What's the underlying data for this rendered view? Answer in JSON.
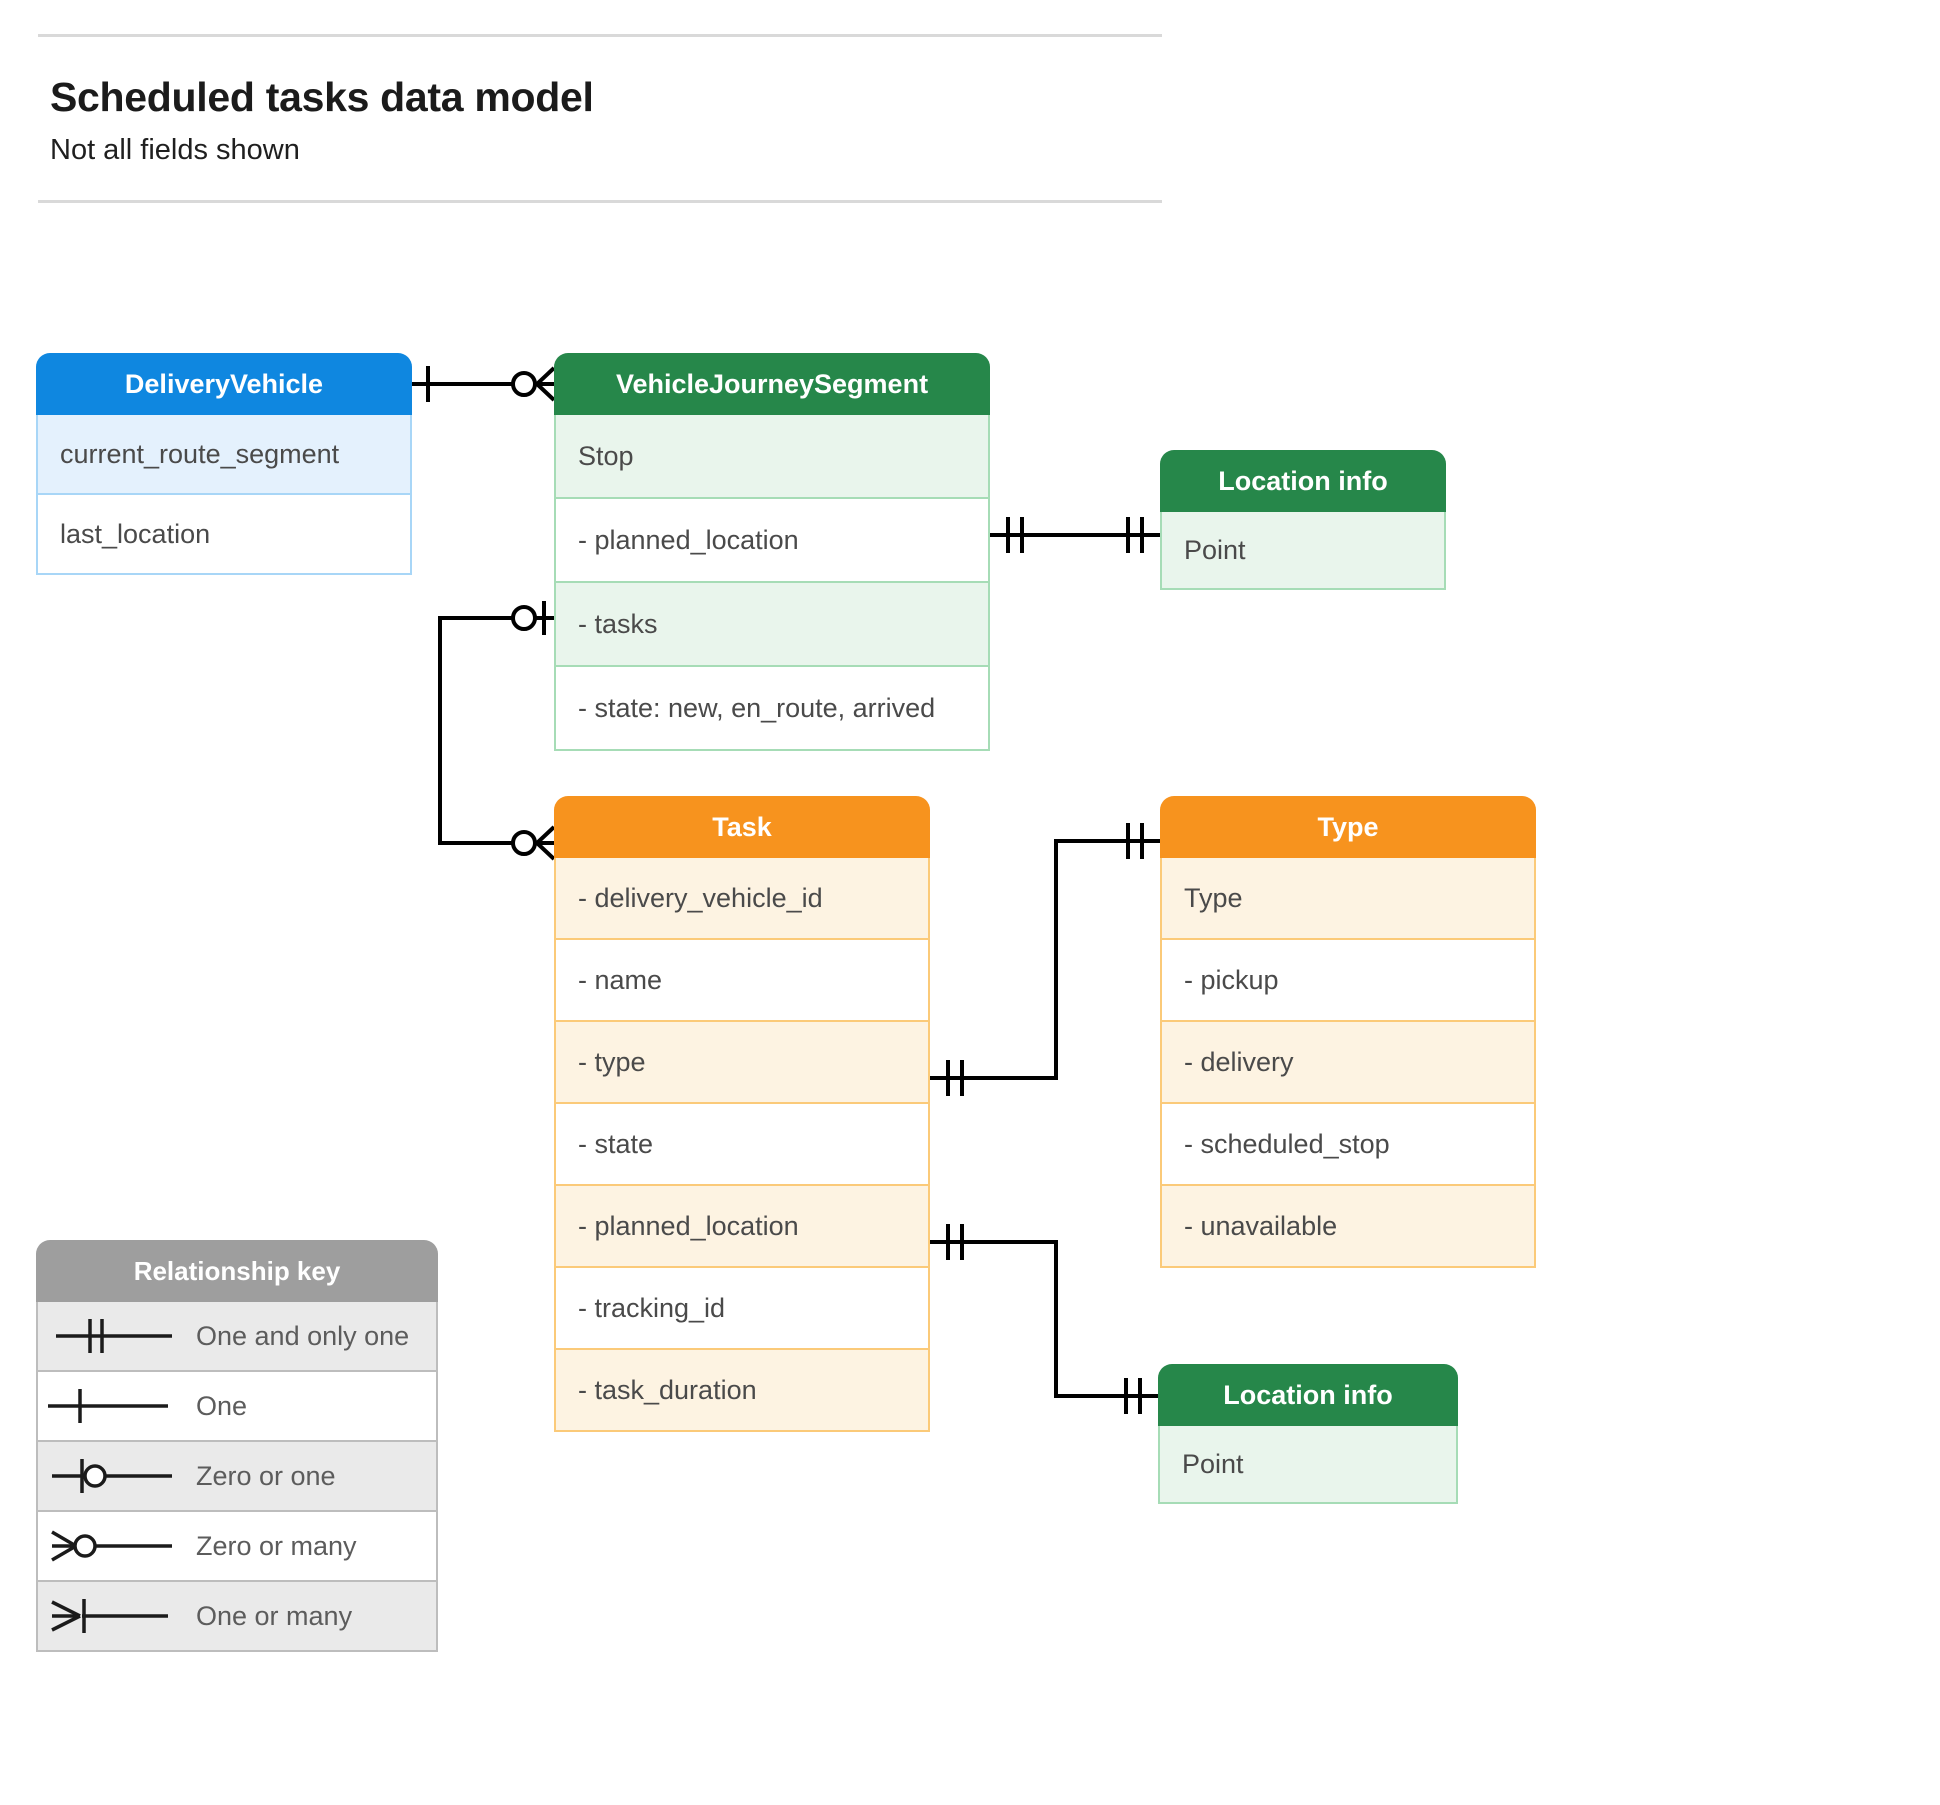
{
  "header": {
    "title": "Scheduled tasks data model",
    "subtitle": "Not all fields shown"
  },
  "entities": {
    "delivery_vehicle": {
      "name": "DeliveryVehicle",
      "color": "#0f87e0",
      "rows": [
        "current_route_segment",
        "last_location"
      ]
    },
    "vehicle_journey_segment": {
      "name": "VehicleJourneySegment",
      "color": "#26874a",
      "rows": [
        "Stop",
        "-  planned_location",
        "- tasks",
        "- state: new, en_route, arrived"
      ]
    },
    "location_info_top": {
      "name": "Location info",
      "color": "#26874a",
      "rows": [
        "Point"
      ]
    },
    "task": {
      "name": "Task",
      "color": "#f7931e",
      "rows": [
        "- delivery_vehicle_id",
        "- name",
        "- type",
        "- state",
        "- planned_location",
        "- tracking_id",
        "- task_duration"
      ]
    },
    "type": {
      "name": "Type",
      "color": "#f7931e",
      "rows": [
        "Type",
        "-  pickup",
        "-  delivery",
        "-  scheduled_stop",
        "-  unavailable"
      ]
    },
    "location_info_bottom": {
      "name": "Location info",
      "color": "#26874a",
      "rows": [
        "Point"
      ]
    }
  },
  "legend": {
    "title": "Relationship key",
    "items": [
      {
        "glyph": "one-and-only-one-icon",
        "label": "One and only one"
      },
      {
        "glyph": "one-icon",
        "label": "One"
      },
      {
        "glyph": "zero-or-one-icon",
        "label": "Zero or one"
      },
      {
        "glyph": "zero-or-many-icon",
        "label": "Zero or many"
      },
      {
        "glyph": "one-or-many-icon",
        "label": "One or many"
      }
    ]
  },
  "relationships": [
    {
      "from": "DeliveryVehicle",
      "from_card": "One",
      "to": "VehicleJourneySegment",
      "to_card": "Zero or many"
    },
    {
      "from": "VehicleJourneySegment.planned_location",
      "from_card": "One and only one",
      "to": "Location info",
      "to_card": "One and only one"
    },
    {
      "from": "VehicleJourneySegment.tasks",
      "from_card": "Zero or one",
      "to": "Task",
      "to_card": "Zero or many"
    },
    {
      "from": "Task.type",
      "from_card": "One and only one",
      "to": "Type",
      "to_card": "One and only one"
    },
    {
      "from": "Task.planned_location",
      "from_card": "One and only one",
      "to": "Location info",
      "to_card": "One and only one"
    }
  ]
}
